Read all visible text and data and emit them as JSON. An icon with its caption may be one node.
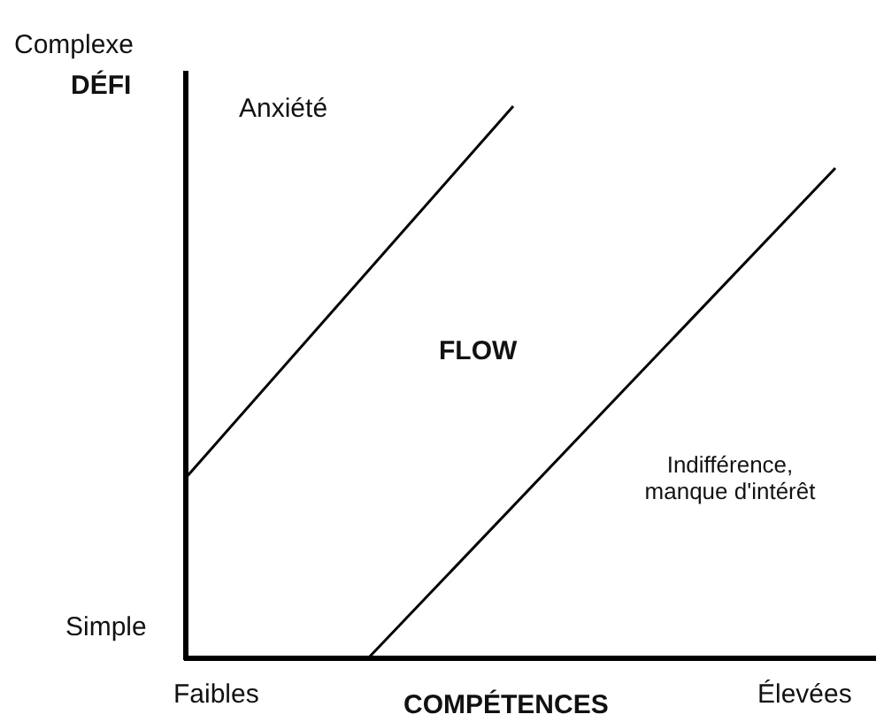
{
  "diagram": {
    "labels": [
      "Complexe",
      "DÉFI",
      "Anxiété",
      "FLOW",
      "Indifférence, manque d'intérêt",
      "Simple",
      "Faibles",
      "COMPÉTENCES",
      "Élevées"
    ]
  }
}
